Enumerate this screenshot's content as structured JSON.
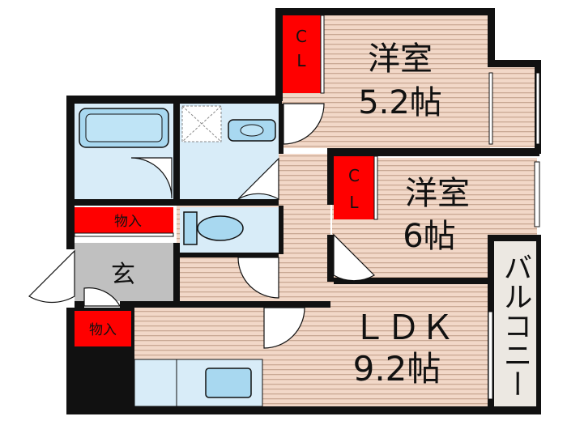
{
  "rooms": {
    "western_room_1": {
      "name": "洋室",
      "size": "5.2帖"
    },
    "western_room_2": {
      "name": "洋室",
      "size": "6帖"
    },
    "ldk": {
      "name": "ＬＤＫ",
      "size": "9.2帖"
    },
    "entrance": {
      "name": "玄"
    },
    "balcony": {
      "name": "バルコニー"
    }
  },
  "closets": {
    "closet_1": "C\nL",
    "closet_2": "C\nL"
  },
  "storage": {
    "storage_1": "物入",
    "storage_2": "物入"
  },
  "colors": {
    "wall": "#111111",
    "floor": "#f2d8c8",
    "floor_stripe": "#c9a894",
    "closet": "#ff0000",
    "wet_area": "#d8ecf8",
    "fixture": "#a8d8f0",
    "entrance_floor": "#c0c0c0",
    "balcony": "#ece8e2"
  }
}
